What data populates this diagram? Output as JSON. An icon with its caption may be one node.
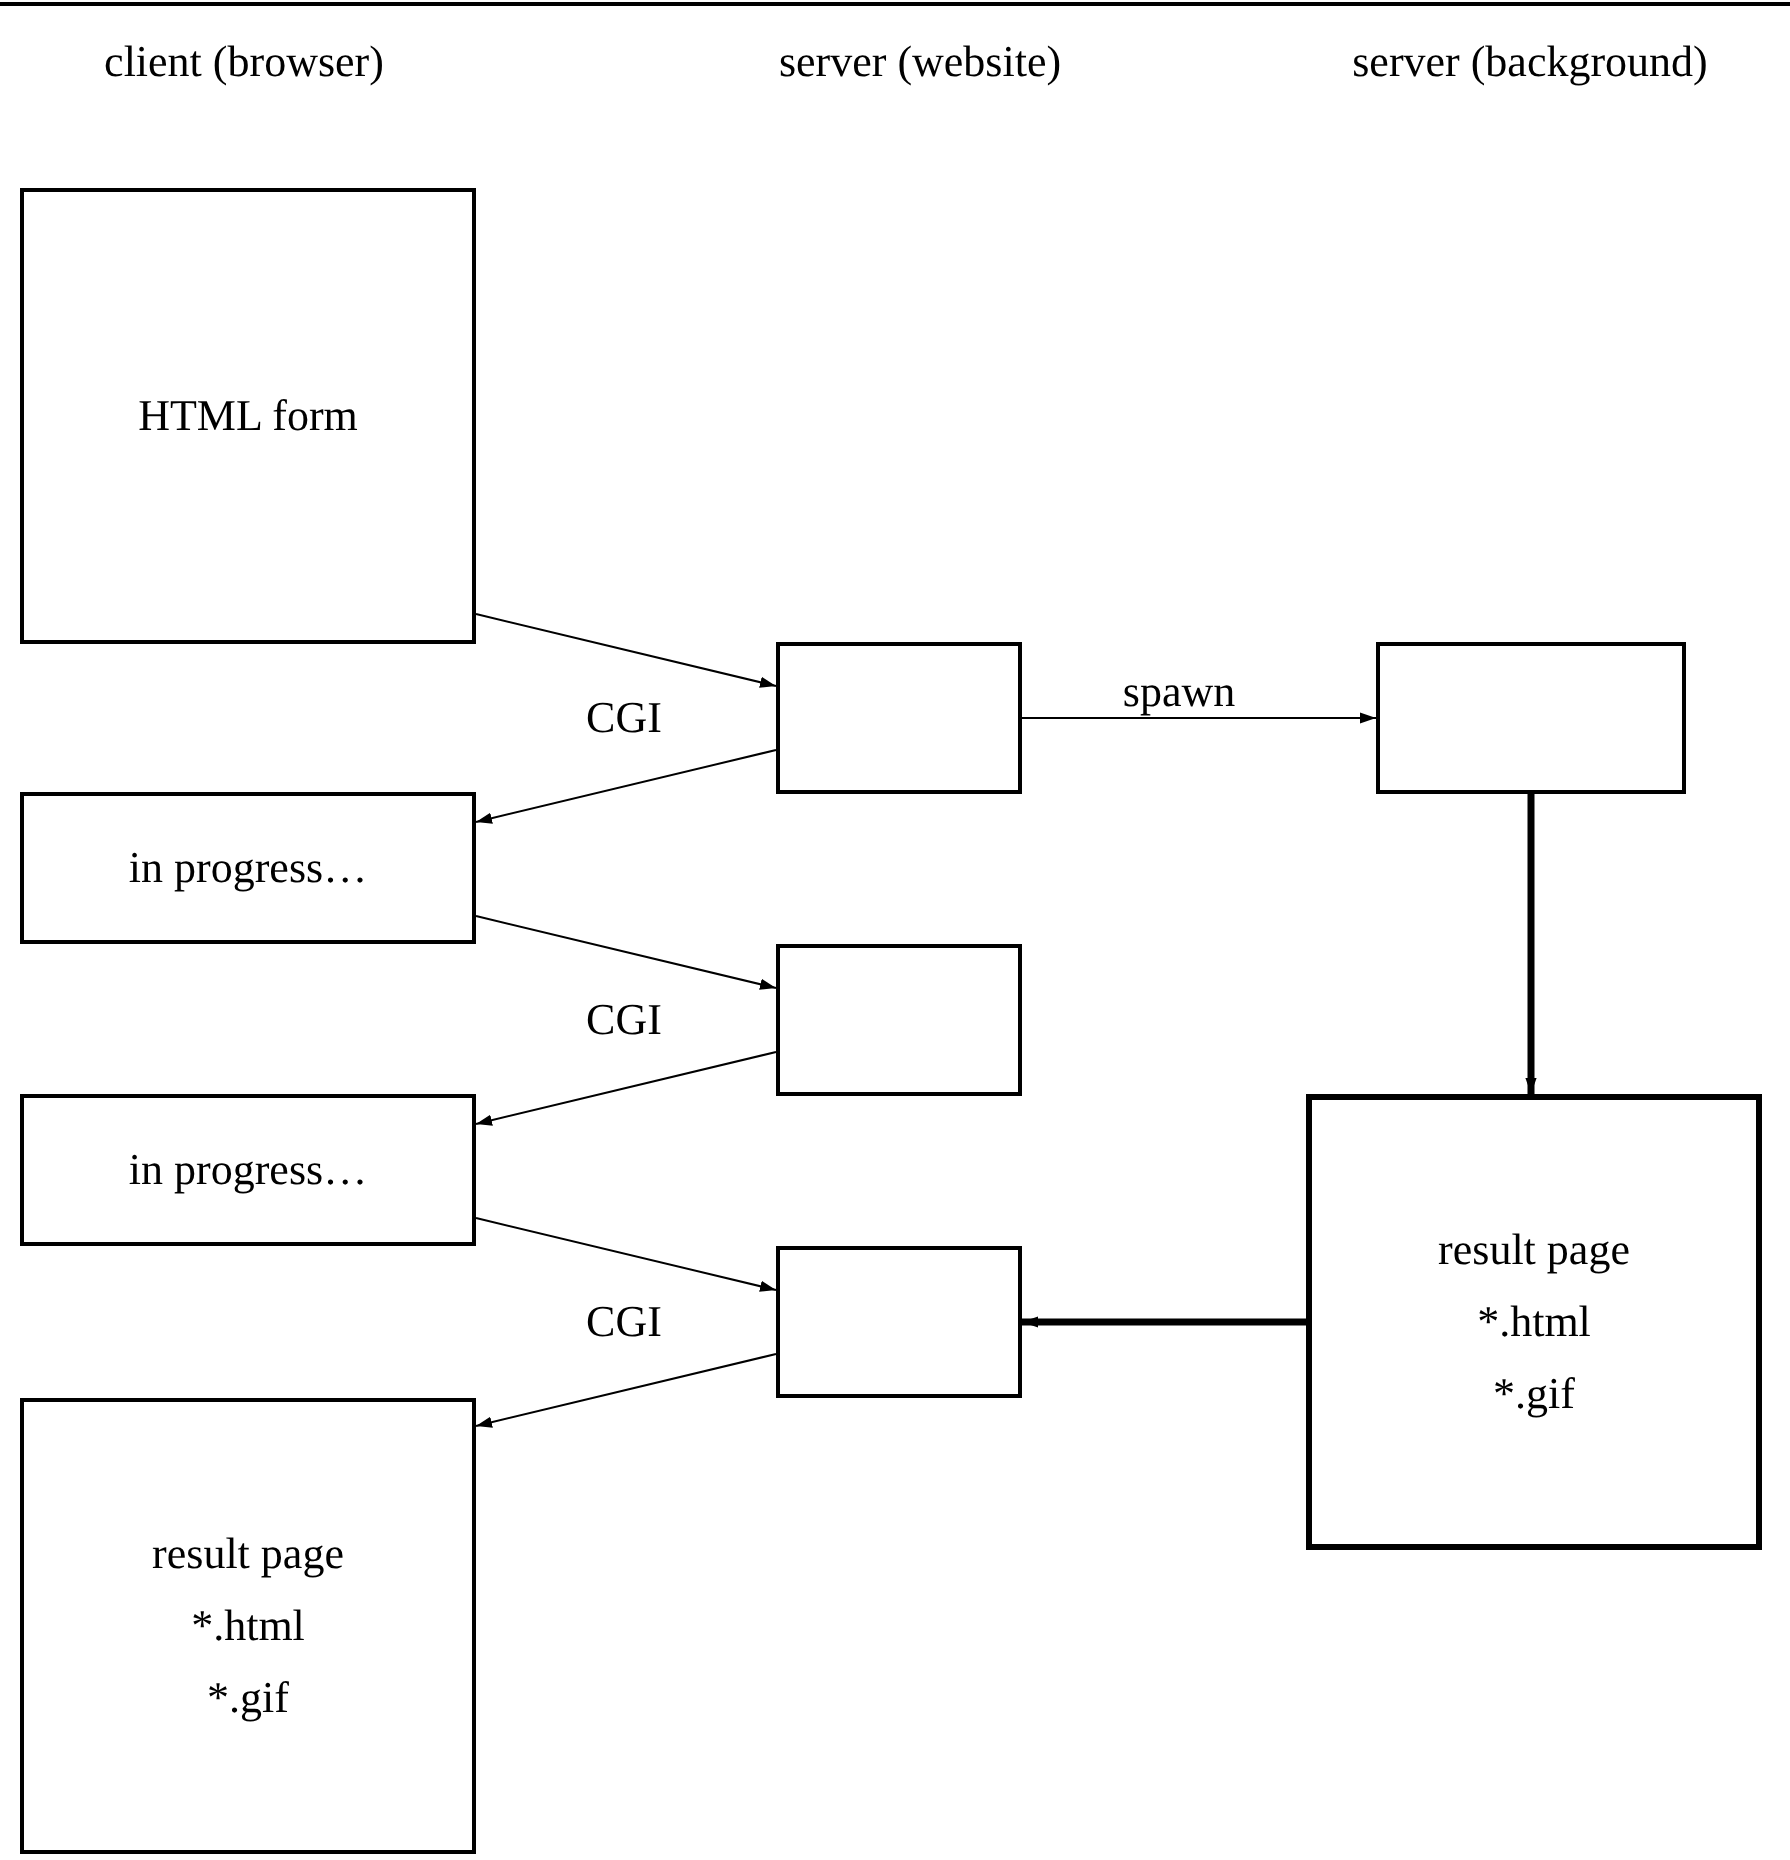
{
  "diagram": {
    "nodes": [
      {
        "text": [
          "HTML form"
        ]
      },
      {
        "text": [],
        "shape": "box"
      },
      {
        "text": [],
        "shape": "box"
      },
      {
        "text": [
          "in progress…"
        ]
      },
      {
        "text": [],
        "shape": "box"
      },
      {
        "text": [
          "result page",
          "*.html",
          "*.gif"
        ]
      },
      {
        "text": [
          "in progress…"
        ]
      },
      {
        "text": [],
        "shape": "box"
      },
      {
        "text": [
          "result page",
          "*.html",
          "*.gif"
        ]
      }
    ],
    "edges": [
      {
        "from": 0,
        "to": 1,
        "arrow": "to"
      },
      {
        "from": 1,
        "to": 3,
        "arrow": "to"
      },
      {
        "from": 1,
        "to": 2,
        "arrow": "to",
        "label": "spawn"
      },
      {
        "from": 3,
        "to": 4,
        "arrow": "to"
      },
      {
        "from": 4,
        "to": 6,
        "arrow": "to"
      },
      {
        "from": 2,
        "to": 5,
        "arrow": "to",
        "style": "thick"
      },
      {
        "from": 6,
        "to": 7,
        "arrow": "to"
      },
      {
        "from": 5,
        "to": 7,
        "arrow": "to",
        "style": "thick"
      },
      {
        "from": 7,
        "to": 8,
        "arrow": "to"
      }
    ],
    "labels": [
      "client (browser)",
      "server (website)",
      "server (background)",
      "CGI",
      "CGI",
      "CGI"
    ]
  }
}
